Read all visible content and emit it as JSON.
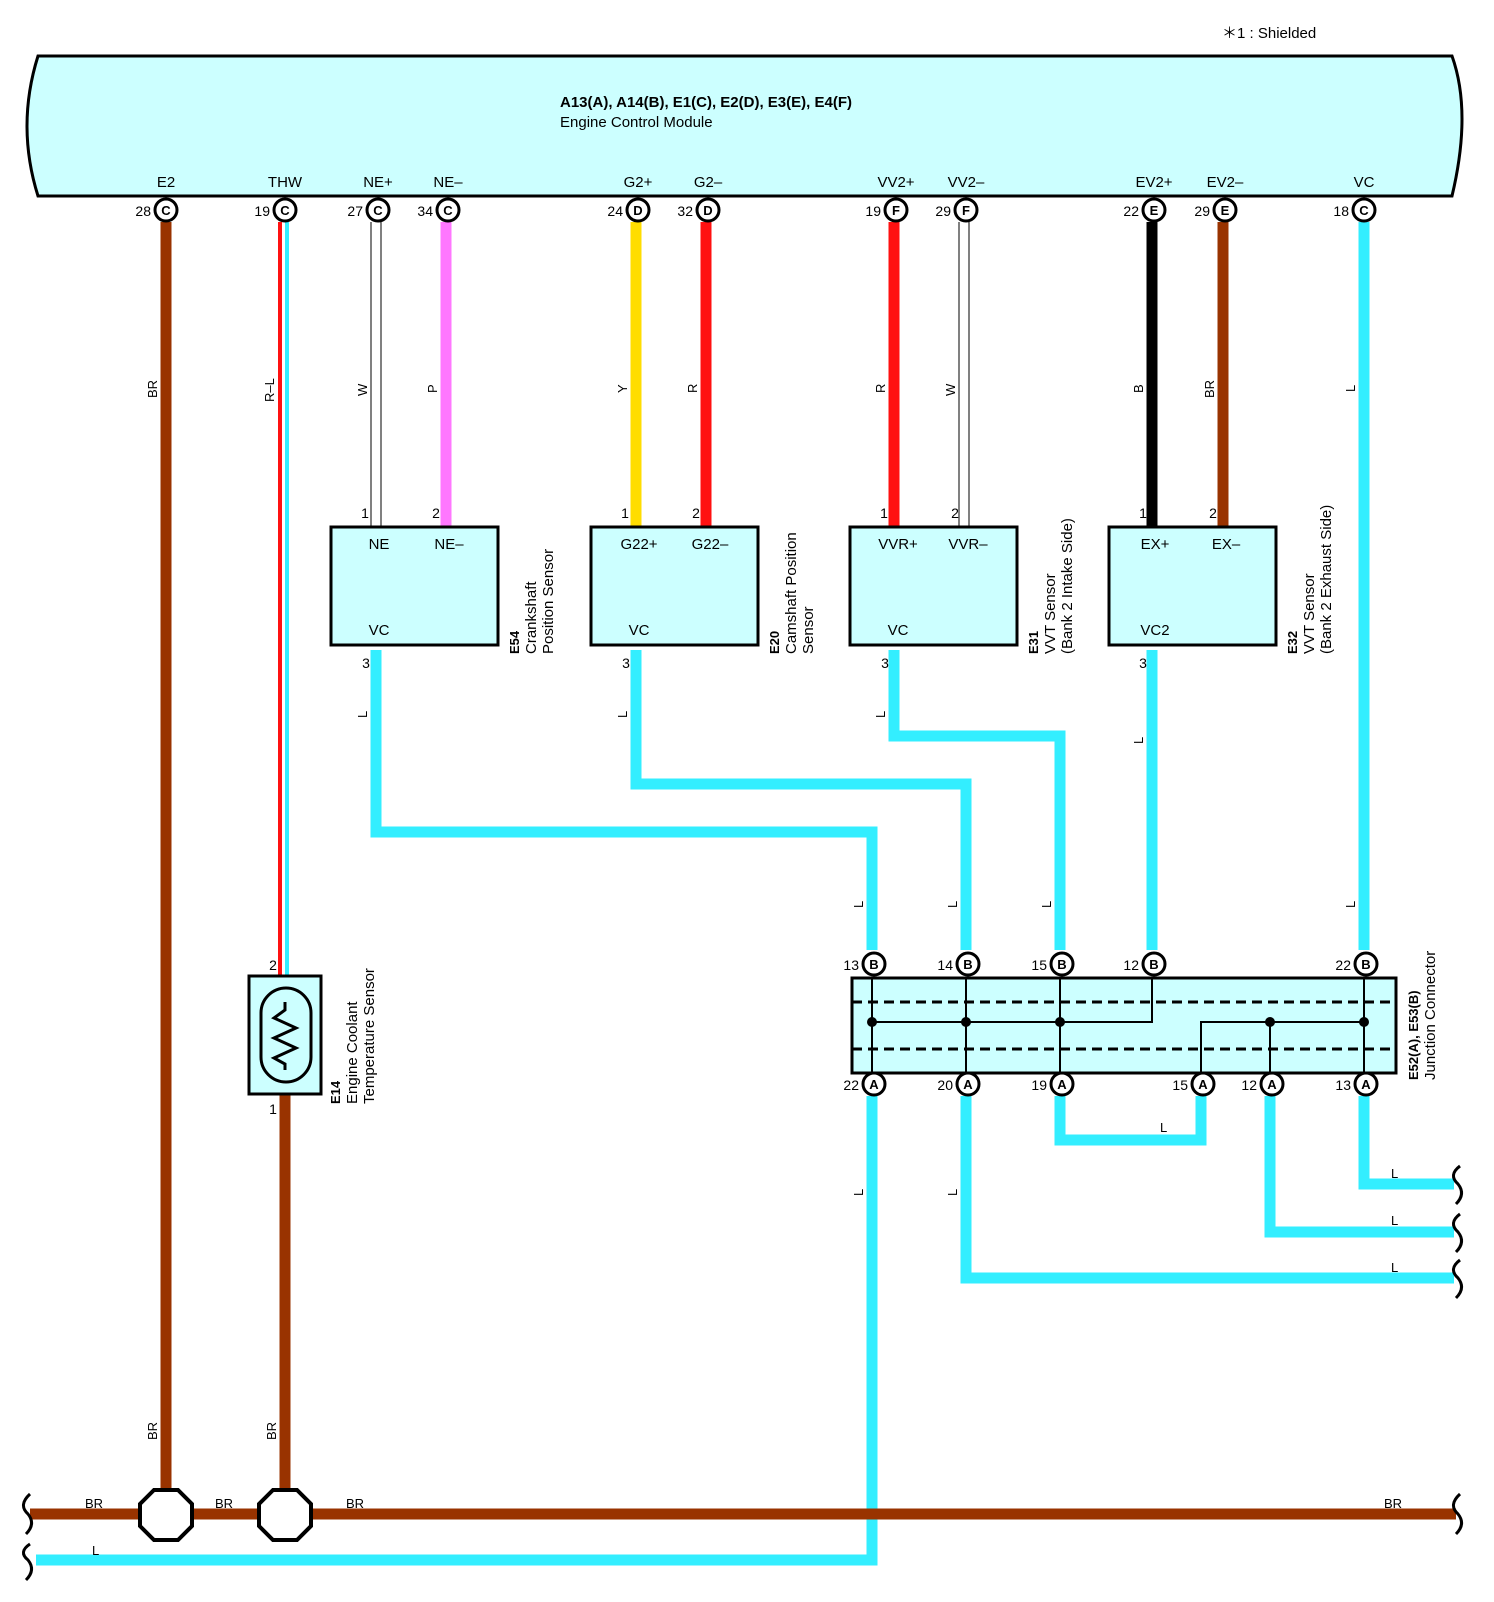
{
  "note": "＊1 : Shielded",
  "ecm": {
    "title": "A13(A), A14(B), E1(C), E2(D), E3(E), E4(F)",
    "subtitle": "Engine Control Module",
    "terminals": [
      {
        "name": "E2",
        "pin": "28",
        "conn": "C"
      },
      {
        "name": "THW",
        "pin": "19",
        "conn": "C"
      },
      {
        "name": "NE+",
        "pin": "27",
        "conn": "C"
      },
      {
        "name": "NE–",
        "pin": "34",
        "conn": "C"
      },
      {
        "name": "G2+",
        "pin": "24",
        "conn": "D"
      },
      {
        "name": "G2–",
        "pin": "32",
        "conn": "D"
      },
      {
        "name": "VV2+",
        "pin": "19",
        "conn": "F"
      },
      {
        "name": "VV2–",
        "pin": "29",
        "conn": "F"
      },
      {
        "name": "EV2+",
        "pin": "22",
        "conn": "E"
      },
      {
        "name": "EV2–",
        "pin": "29",
        "conn": "E"
      },
      {
        "name": "VC",
        "pin": "18",
        "conn": "C"
      }
    ]
  },
  "wire_labels": {
    "br": "BR",
    "rl": "R–L",
    "w": "W",
    "p": "P",
    "y": "Y",
    "r": "R",
    "b": "B",
    "l": "L"
  },
  "sensors": [
    {
      "id": "E54",
      "line1": "Crankshaft",
      "line2": "Position Sensor",
      "t1": "NE",
      "t2": "NE–",
      "t3": "VC",
      "p1": "1",
      "p2": "2",
      "p3": "3"
    },
    {
      "id": "E20",
      "line1": "Camshaft Position",
      "line2": "Sensor",
      "t1": "G22+",
      "t2": "G22–",
      "t3": "VC",
      "p1": "1",
      "p2": "2",
      "p3": "3"
    },
    {
      "id": "E31",
      "line1": "VVT Sensor",
      "line2": "(Bank 2 Intake Side)",
      "t1": "VVR+",
      "t2": "VVR–",
      "t3": "VC",
      "p1": "1",
      "p2": "2",
      "p3": "3"
    },
    {
      "id": "E32",
      "line1": "VVT Sensor",
      "line2": "(Bank 2 Exhaust Side)",
      "t1": "EX+",
      "t2": "EX–",
      "t3": "VC2",
      "p1": "1",
      "p2": "2",
      "p3": "3"
    }
  ],
  "ect": {
    "id": "E14",
    "line1": "Engine Coolant",
    "line2": "Temperature Sensor",
    "p_top": "2",
    "p_bot": "1"
  },
  "junction": {
    "id": "E52(A), E53(B)",
    "name": "Junction Connector",
    "top_pins": [
      {
        "pin": "13",
        "conn": "B"
      },
      {
        "pin": "14",
        "conn": "B"
      },
      {
        "pin": "15",
        "conn": "B"
      },
      {
        "pin": "12",
        "conn": "B"
      },
      {
        "pin": "22",
        "conn": "B"
      }
    ],
    "bottom_pins": [
      {
        "pin": "22",
        "conn": "A"
      },
      {
        "pin": "20",
        "conn": "A"
      },
      {
        "pin": "19",
        "conn": "A"
      },
      {
        "pin": "15",
        "conn": "A"
      },
      {
        "pin": "12",
        "conn": "A"
      },
      {
        "pin": "13",
        "conn": "A"
      }
    ]
  },
  "colors": {
    "ecm_fill": "#ccffff",
    "brown": "#993300",
    "cyan": "#33eeff",
    "pink": "#ff77ff",
    "yellow": "#ffdd00",
    "red": "#ff1111",
    "black": "#000000"
  }
}
